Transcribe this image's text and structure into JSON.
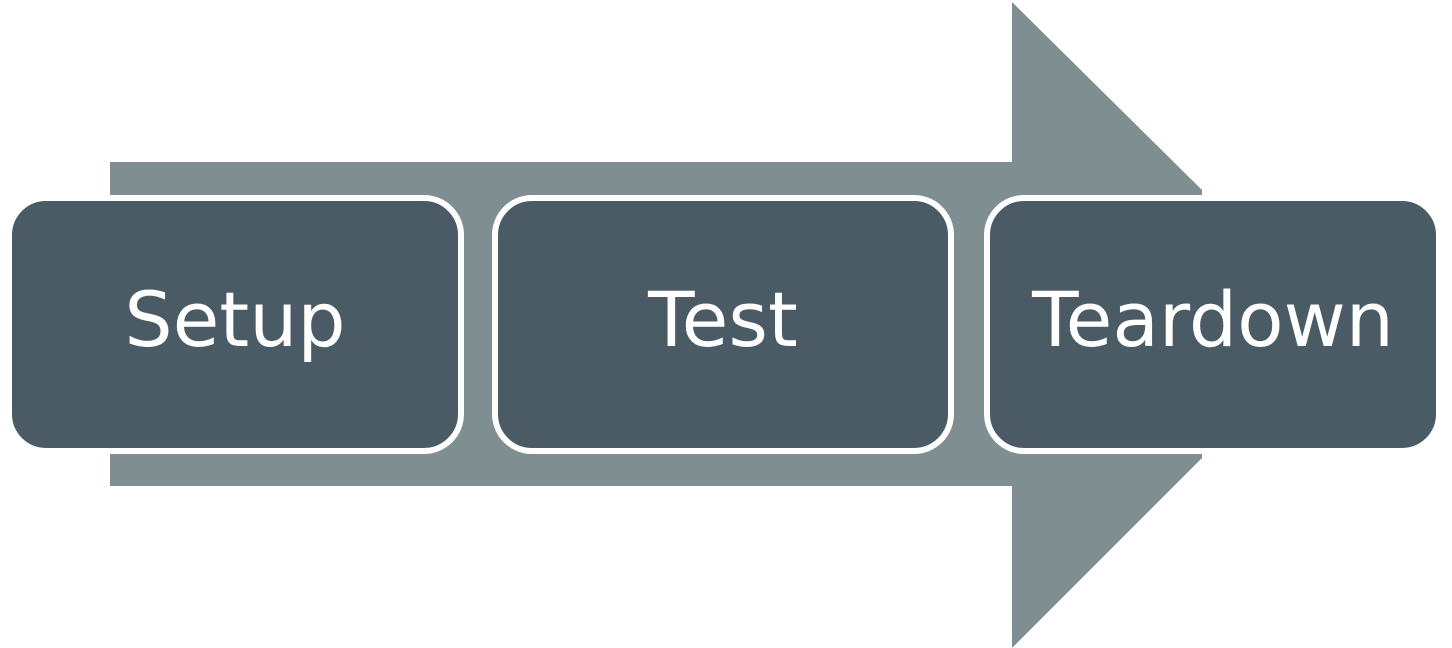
{
  "diagram": {
    "steps": [
      {
        "label": "Setup"
      },
      {
        "label": "Test"
      },
      {
        "label": "Teardown"
      }
    ]
  },
  "colors": {
    "arrow": "#7f8e90",
    "box_fill": "#4a5b66",
    "box_border": "#ffffff",
    "label_text": "#ffffff",
    "background": "#ffffff"
  }
}
